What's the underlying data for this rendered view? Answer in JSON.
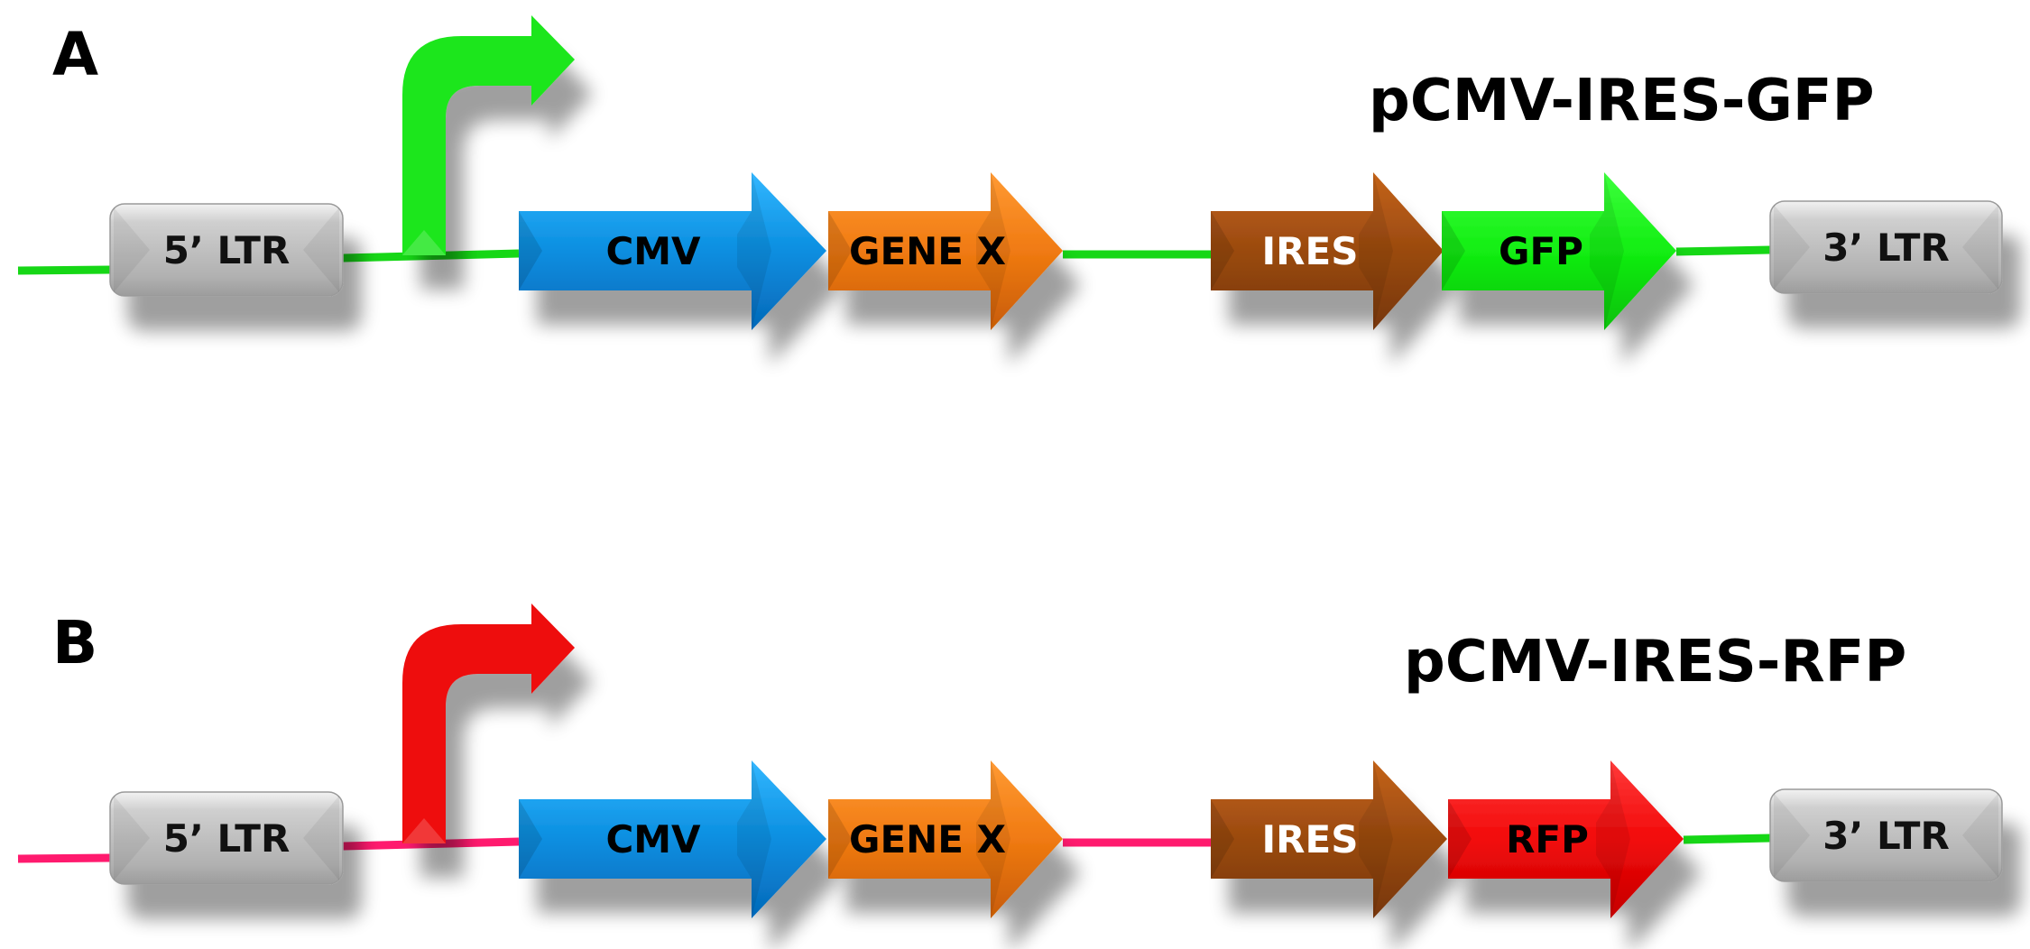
{
  "figure": {
    "panels": [
      {
        "letter": "A",
        "title": "pCMV-IRES-GFP",
        "promoter_arrow": {
          "name": "transcription-start",
          "color": "#1ee61e"
        },
        "backbone_colors": {
          "left": "#16d716",
          "middle": "#16d716",
          "right": "#16d716"
        },
        "ltr_5": {
          "label": "5’ LTR"
        },
        "ltr_3": {
          "label": "3’ LTR"
        },
        "elements": [
          {
            "id": "cmv",
            "label": "CMV",
            "color": "#0a8ee0",
            "light": "#33b7ff",
            "dark": "#0568b8",
            "text_color": "#000000"
          },
          {
            "id": "gene-x",
            "label": "GENE X",
            "color": "#f07a12",
            "light": "#ff9a33",
            "dark": "#c75c05",
            "text_color": "#000000"
          },
          {
            "id": "ires",
            "label": "IRES",
            "color": "#9a4a10",
            "light": "#c46318",
            "dark": "#76360a",
            "text_color": "#ffffff"
          },
          {
            "id": "gfp",
            "label": "GFP",
            "color": "#12ee12",
            "light": "#3dff3d",
            "dark": "#06c006",
            "text_color": "#000000"
          }
        ]
      },
      {
        "letter": "B",
        "title": "pCMV-IRES-RFP",
        "promoter_arrow": {
          "name": "transcription-start",
          "color": "#ee0a0a"
        },
        "backbone_colors": {
          "left": "#ff1a6e",
          "middle": "#ff1a6e",
          "right": "#16d716"
        },
        "ltr_5": {
          "label": "5’ LTR"
        },
        "ltr_3": {
          "label": "3’ LTR"
        },
        "elements": [
          {
            "id": "cmv",
            "label": "CMV",
            "color": "#0a8ee0",
            "light": "#33b7ff",
            "dark": "#0568b8",
            "text_color": "#000000"
          },
          {
            "id": "gene-x",
            "label": "GENE X",
            "color": "#f07a12",
            "light": "#ff9a33",
            "dark": "#c75c05",
            "text_color": "#000000"
          },
          {
            "id": "ires",
            "label": "IRES",
            "color": "#9a4a10",
            "light": "#c46318",
            "dark": "#76360a",
            "text_color": "#ffffff"
          },
          {
            "id": "rfp",
            "label": "RFP",
            "color": "#f20a0a",
            "light": "#ff3a3a",
            "dark": "#c40000",
            "text_color": "#000000"
          }
        ]
      }
    ],
    "ltr_color": "#b4b4b4"
  }
}
